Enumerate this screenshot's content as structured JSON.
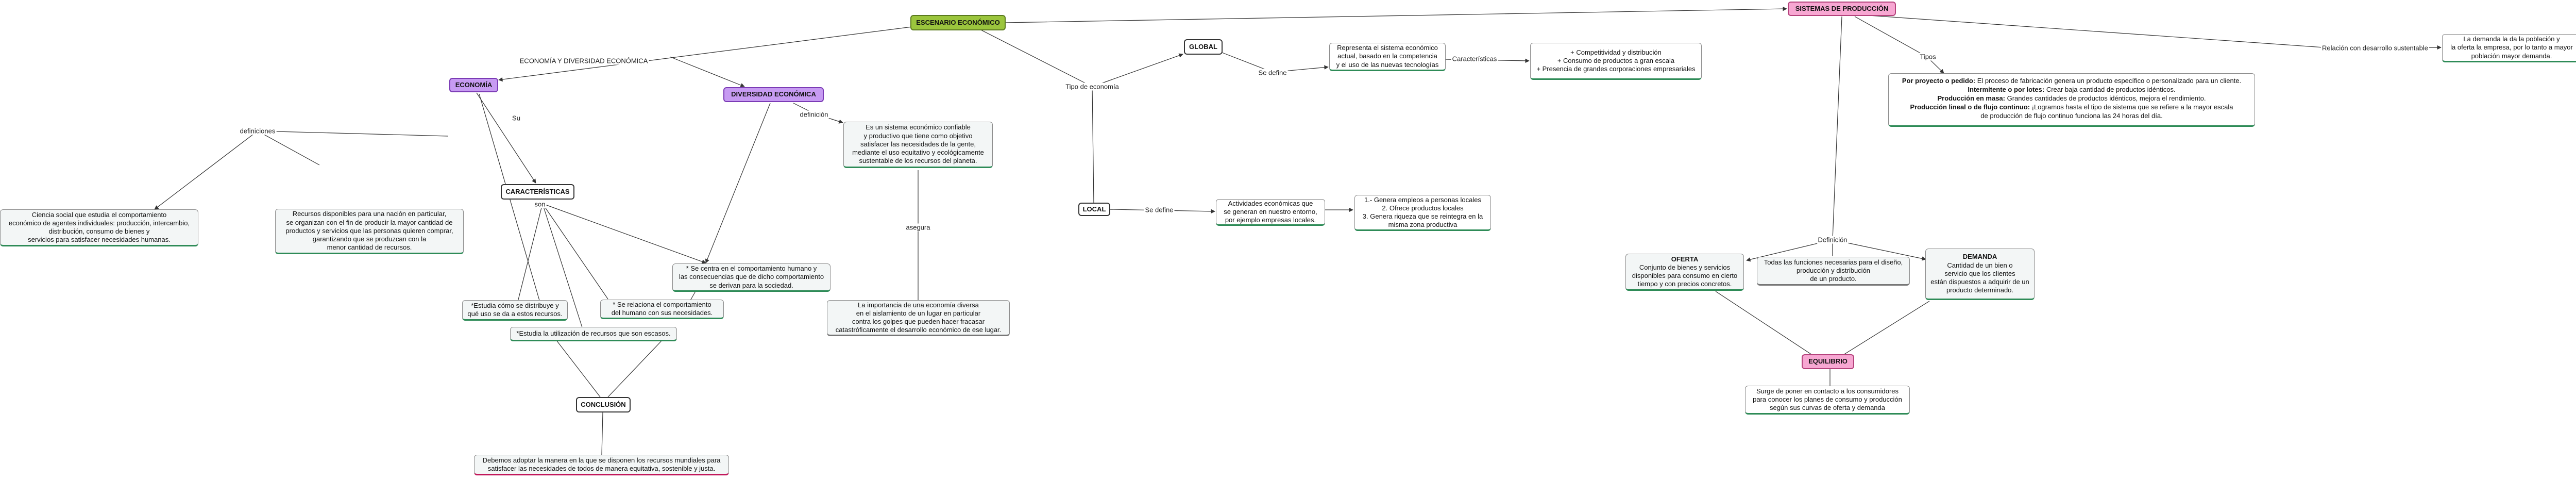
{
  "nodes": {
    "escenario": "ESCENARIO ECONÓMICO",
    "sistemas": "SISTEMAS DE PRODUCCIÓN",
    "economia": "ECONOMÍA",
    "diversidad": "DIVERSIDAD ECONÓMICA",
    "caracteristicas": "CARACTERÍSTICAS",
    "global": "GLOBAL",
    "local": "LOCAL",
    "oferta_title": "OFERTA",
    "demanda_title": "DEMANDA",
    "equilibrio": "EQUILIBRIO",
    "conclusion": "CONCLUSIÓN",
    "ciencia": "Ciencia social que estudia el comportamiento\neconómico de agentes individuales: producción, intercambio,\ndistribución, consumo de bienes y\nservicios para satisfacer necesidades humanas.",
    "recursos": "Recursos disponibles para una nación en particular,\nse organizan con el fin de producir la mayor cantidad de\nproductos y servicios que las personas quieren comprar,\ngarantizando que se produzcan con la\nmenor cantidad de recursos.",
    "sistema_confiable": "Es un sistema económico confiable\ny productivo que tiene como objetivo\nsatisfacer las necesidades de la gente,\nmediante el uso equitativo y ecológicamente\nsustentable de los recursos del planeta.",
    "centra": "* Se centra en el comportamiento humano y\nlas consecuencias que de dicho comportamiento\nse derivan para la sociedad.",
    "relaciona": "* Se relaciona el comportamiento\ndel humano con sus necesidades.",
    "distribuye": "*Estudia cómo se distribuye y\nqué uso se da a estos recursos.",
    "escasos": "*Estudia la utilización de recursos que son escasos.",
    "importancia": "La importancia de una economía diversa\nen el aislamiento de un lugar en particular\ncontra los golpes que pueden hacer fracasar\ncatastróficamente el desarrollo económico de ese lugar.",
    "deberiamos": "Debemos adoptar la manera en la que se disponen los recursos mundiales para\nsatisfacer las necesidades de todos de manera equitativa, sostenible y justa.",
    "representa": "Representa el sistema económico\nactual, basado en la competencia\ny el uso de las nuevas tecnologías",
    "competitividad": "+ Competitividad y distribución\n+ Consumo de productos a gran escala\n+ Presencia de grandes corporaciones empresariales",
    "actividades": "Actividades económicas que\nse generan en nuestro entorno,\npor ejemplo empresas locales.",
    "genera": "1.- Genera empleos a personas locales\n2. Ofrece productos locales\n3. Genera riqueza que se reintegra en la\nmisma zona productiva",
    "demanda_tierra": "La demanda la da la población y\nla oferta la empresa, por lo tanto a mayor\npoblación mayor demanda.",
    "tipos": [
      {
        "bold": "Por proyecto o pedido:",
        "text": " El proceso de fabricación genera un producto específico o personalizado para un cliente."
      },
      {
        "bold": "Intermitente o por lotes:",
        "text": " Crear baja cantidad de productos idénticos."
      },
      {
        "bold": "Producción en masa:",
        "text": " Grandes cantidades de productos idénticos, mejora el rendimiento."
      },
      {
        "bold": "Producción lineal o de flujo continuo:",
        "text": " ¡Logramos hasta el tipo de sistema que se refiere a la mayor escala\nde producción de flujo continuo funciona las 24 horas del día."
      }
    ],
    "oferta_desc": "Conjunto de bienes y servicios\ndisponibles para consumo en cierto\ntiempo y con precios concretos.",
    "todas_funciones": "Todas las funciones necesarias para el diseño,\nproducción y distribución\nde un producto.",
    "demanda_desc": "Cantidad de un bien o\nservicio que los clientes\nestán dispuestos a adquirir de un\nproducto determinado.",
    "surge": "Surge de poner en contacto a los consumidores\npara conocer los planes de consumo y producción\nsegún sus curvas de oferta y demanda"
  },
  "labels": {
    "economia_diversidad": "ECONOMÍA Y DIVERSIDAD ECONÓMICA",
    "definiciones": "definiciones",
    "su": "Su",
    "definicion": "definición",
    "tipo_economia": "Tipo de economía",
    "se_define_global": "Se define",
    "se_define_local": "Se define",
    "caracteristicas_lbl": "Características",
    "tipos_lbl": "Tipos",
    "relacion": "Relación con desarrollo sustentable",
    "definicion_sp": "Definición",
    "asegura": "asegura",
    "son": "son"
  },
  "colors": {
    "green": "#9bc53d",
    "pink": "#f7a7d2",
    "purple": "#c79bf2",
    "edge": "#333333"
  }
}
